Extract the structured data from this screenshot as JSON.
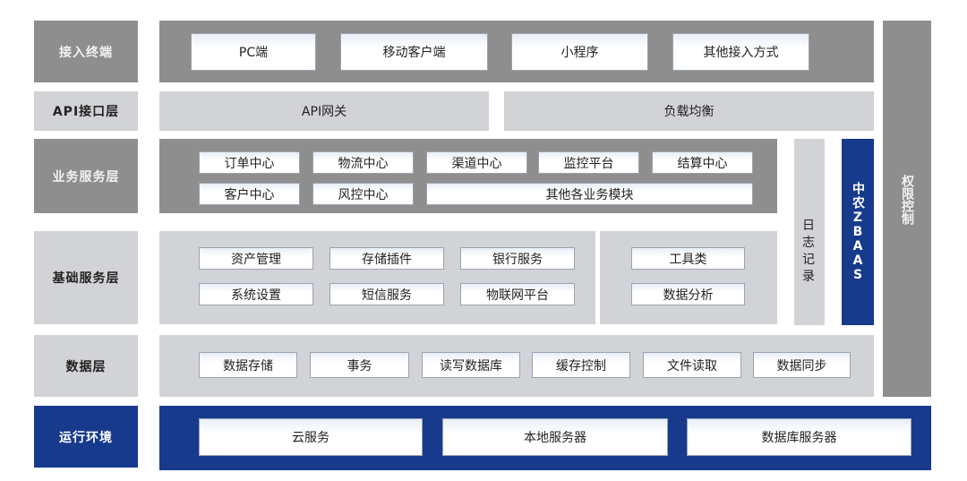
{
  "layers": {
    "access": {
      "label": "接入终端",
      "items": [
        "PC端",
        "移动客户端",
        "小程序",
        "其他接入方式"
      ]
    },
    "api": {
      "label": "API接口层",
      "items": [
        "API网关",
        "负载均衡"
      ]
    },
    "business": {
      "label": "业务服务层",
      "items": [
        "订单中心",
        "物流中心",
        "渠道中心",
        "监控平台",
        "结算中心",
        "客户中心",
        "风控中心",
        "其他各业务模块"
      ]
    },
    "base": {
      "label": "基础服务层",
      "items": [
        "资产管理",
        "存储插件",
        "银行服务",
        "系统设置",
        "短信服务",
        "物联网平台",
        "工具类",
        "数据分析"
      ]
    },
    "data": {
      "label": "数据层",
      "items": [
        "数据存储",
        "事务",
        "读写数据库",
        "缓存控制",
        "文件读取",
        "数据同步"
      ]
    },
    "runtime": {
      "label": "运行环境",
      "items": [
        "云服务",
        "本地服务器",
        "数据库服务器"
      ]
    }
  },
  "side": {
    "log": "日志记录",
    "zbaas_cn": "中农",
    "zbaas": "ZBAAS",
    "permission": "权限控制"
  },
  "colors": {
    "dark": "#8e8e8e",
    "light": "#d2d3d6",
    "navy": "#173a8c"
  }
}
